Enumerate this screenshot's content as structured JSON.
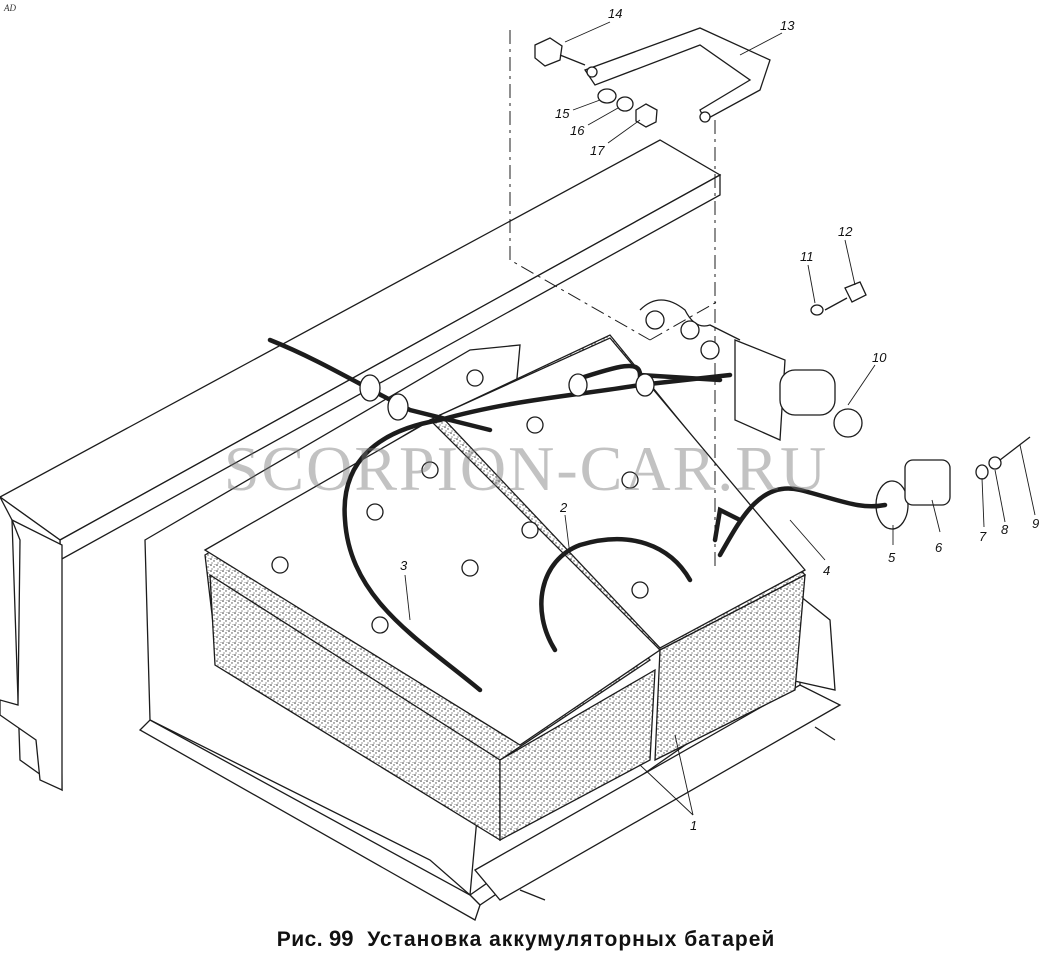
{
  "corner_mark": "AD",
  "watermark": "SCORPION-CAR.RU",
  "caption": {
    "prefix": "Рис.",
    "number": "99",
    "title": "Установка аккумуляторных батарей"
  },
  "callouts": [
    {
      "id": "c14",
      "label": "14"
    },
    {
      "id": "c13",
      "label": "13"
    },
    {
      "id": "c15",
      "label": "15"
    },
    {
      "id": "c16",
      "label": "16"
    },
    {
      "id": "c17",
      "label": "17"
    },
    {
      "id": "c12",
      "label": "12"
    },
    {
      "id": "c11",
      "label": "11"
    },
    {
      "id": "c10",
      "label": "10"
    },
    {
      "id": "c9",
      "label": "9"
    },
    {
      "id": "c8",
      "label": "8"
    },
    {
      "id": "c7",
      "label": "7"
    },
    {
      "id": "c6",
      "label": "6"
    },
    {
      "id": "c5",
      "label": "5"
    },
    {
      "id": "c4",
      "label": "4"
    },
    {
      "id": "c3",
      "label": "3"
    },
    {
      "id": "c2",
      "label": "2"
    },
    {
      "id": "c1",
      "label": "1"
    }
  ]
}
